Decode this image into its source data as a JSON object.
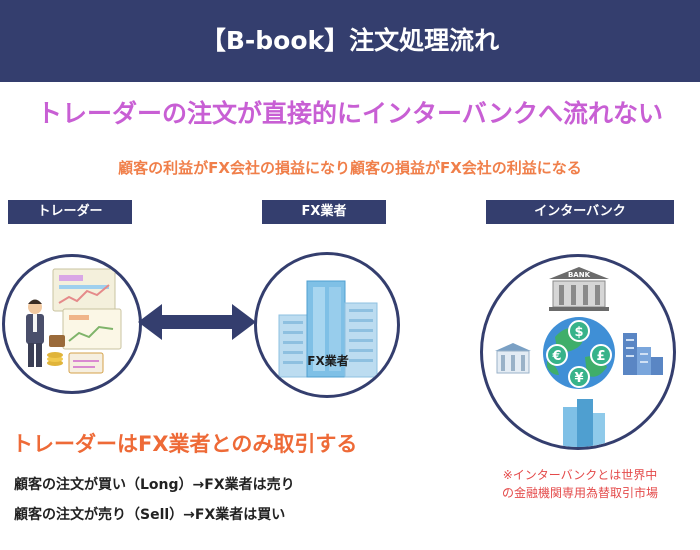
{
  "header": {
    "title": "【B-book】注文処理流れ"
  },
  "headline": "トレーダーの注文が直接的にインターバンクへ流れない",
  "subline": "顧客の利益がFX会社の損益になり顧客の損益がFX会社の利益になる",
  "labels": {
    "trader": "トレーダー",
    "fx": "FX業者",
    "interbank": "インターバンク"
  },
  "fx_building_caption": "FX業者",
  "bank_sign": "BANK",
  "trade_rule_title": "トレーダーはFX業者とのみ取引する",
  "rules": [
    "顧客の注文が買い（Long）→FX業者は売り",
    "顧客の注文が売り（Sell）→FX業者は買い"
  ],
  "note": {
    "line1": "※インターバンクとは世界中",
    "line2": "の金融機関専用為替取引市場"
  },
  "currency_symbols": [
    "$",
    "€",
    "£",
    "¥"
  ],
  "colors": {
    "navy": "#343e6e",
    "purple": "#c85fd4",
    "orange": "#f07f4a",
    "red": "#e44a4a",
    "sky": "#6fb3de"
  }
}
